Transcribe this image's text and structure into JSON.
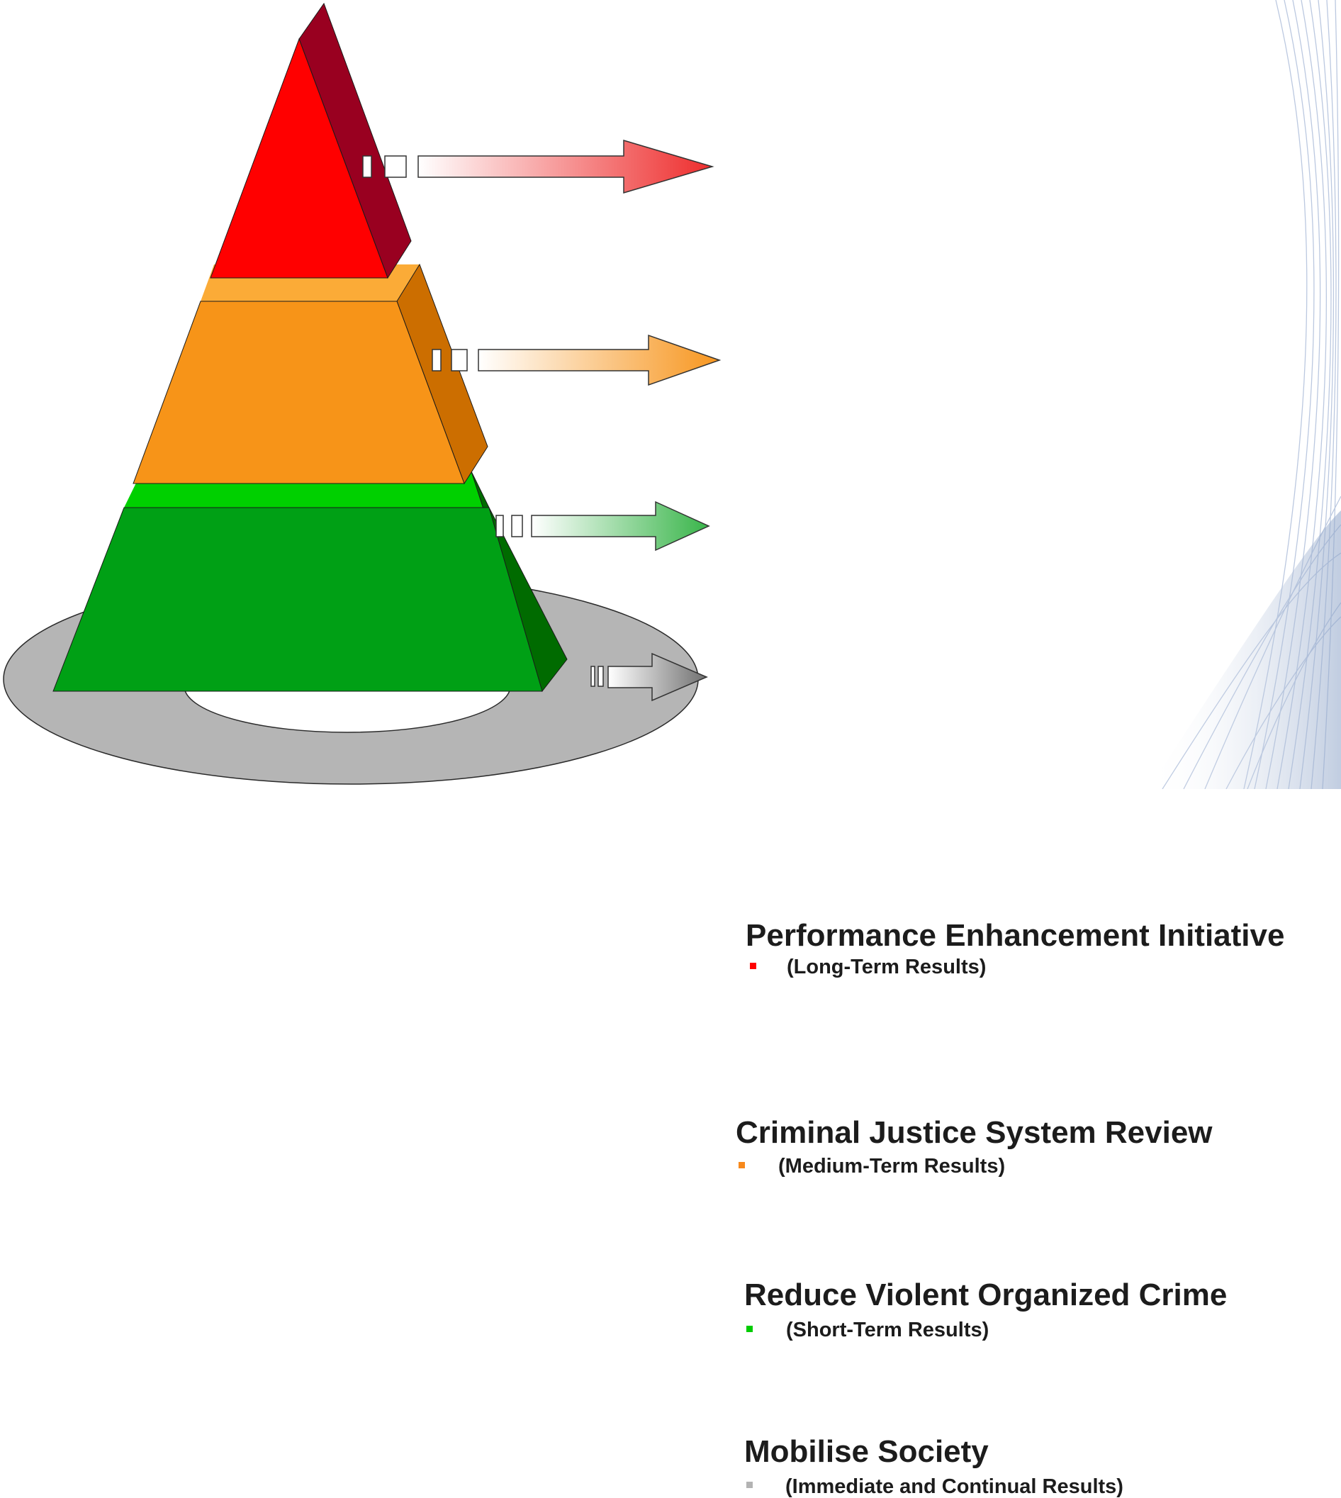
{
  "tiers": [
    {
      "id": "top",
      "title": "Performance Enhancement Initiative",
      "subtitle": "(Long-Term Results)",
      "color": "#ff0000",
      "side_color": "#990020",
      "bullet_color": "#ff0000",
      "arrow_color": "#ee2d2d"
    },
    {
      "id": "upper-middle",
      "title": "Criminal Justice System Review",
      "subtitle": "(Medium-Term Results)",
      "color": "#f79418",
      "side_color": "#cc6e00",
      "bullet_color": "#f7891c",
      "arrow_color": "#f7961f"
    },
    {
      "id": "lower-middle",
      "title": "Reduce Violent Organized Crime",
      "subtitle": "(Short-Term Results)",
      "color": "#00a015",
      "side_color": "#006e00",
      "bullet_color": "#00cc00",
      "arrow_color": "#39b54a"
    },
    {
      "id": "base",
      "title": "Mobilise Society",
      "subtitle": "(Immediate and Continual Results)",
      "color": "#b8b8b8",
      "side_color": "#9a9a9a",
      "bullet_color": "#b3b3b3",
      "arrow_color": "#707070"
    }
  ]
}
